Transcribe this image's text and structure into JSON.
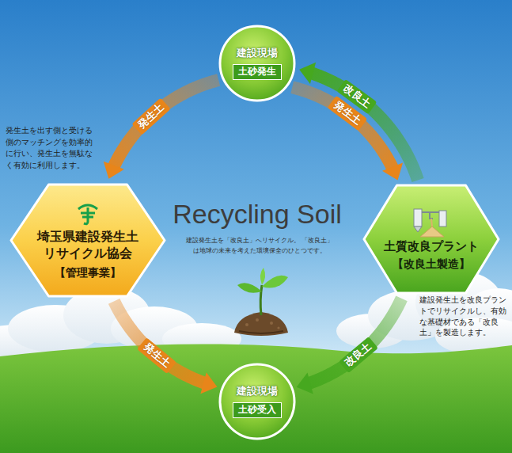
{
  "diagram": {
    "nodes": [
      {
        "text": [
          "建設現場",
          "土砂発生"
        ]
      },
      {
        "text": [
          "埼玉県建設発生土 リサイクル協会",
          "【管理事業】"
        ]
      },
      {
        "text": [
          "土質改良プラント",
          "【改良土製造】"
        ]
      },
      {
        "text": [
          "建設現場",
          "土砂受入"
        ]
      }
    ],
    "edges": [
      {
        "from": 0,
        "to": 1,
        "label": "発生土",
        "arrow": "to"
      },
      {
        "from": 0,
        "to": 2,
        "label": "発生土",
        "arrow": "to"
      },
      {
        "from": 2,
        "to": 0,
        "label": "改良土",
        "arrow": "to"
      },
      {
        "from": 1,
        "to": 3,
        "label": "発生土",
        "arrow": "to"
      },
      {
        "from": 2,
        "to": 3,
        "label": "改良土",
        "arrow": "to"
      }
    ],
    "labels": [
      "Recycling Soil",
      "建設発生土を「改良土」へリサイクル。 「改良土」は地球の未来を考えた環境保全のひとつです。",
      "発生土を出す側と受ける側のマッチングを効率的に行い、発生土を無駄なく有効に利用します。",
      "建設発生土を改良プラントでリサイクルし、有効な基礎材である「改良土」を製造します。"
    ]
  }
}
